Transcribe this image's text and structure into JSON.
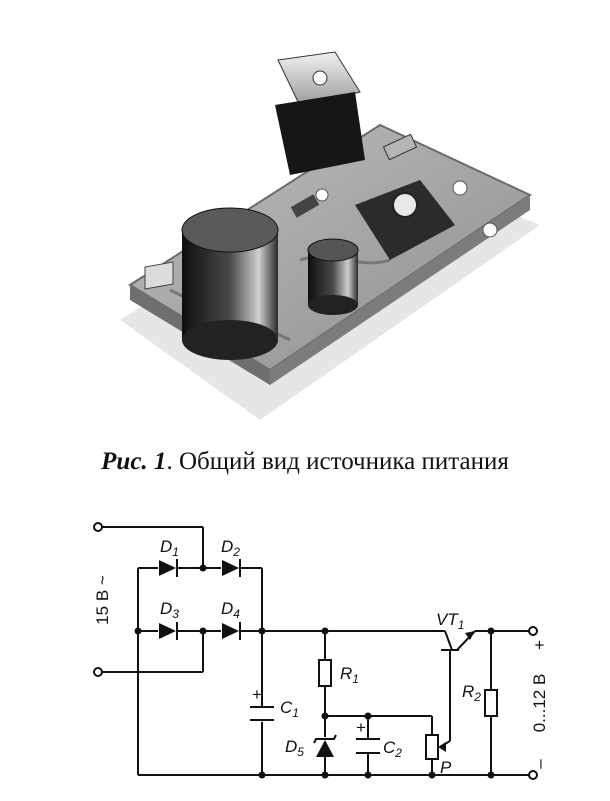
{
  "caption": {
    "label": "Рис. 1",
    "text": ". Общий вид источника питания"
  },
  "schematic": {
    "input_voltage": "15 В ~",
    "output_voltage": "0...12 В",
    "plus": "+",
    "minus": "–",
    "components": {
      "d1": "D",
      "d1_sub": "1",
      "d2": "D",
      "d2_sub": "2",
      "d3": "D",
      "d3_sub": "3",
      "d4": "D",
      "d4_sub": "4",
      "d5": "D",
      "d5_sub": "5",
      "r1": "R",
      "r1_sub": "1",
      "r2": "R",
      "r2_sub": "2",
      "c1": "C",
      "c1_sub": "1",
      "c2": "C",
      "c2_sub": "2",
      "vt1": "VT",
      "vt1_sub": "1",
      "p": "P"
    },
    "pol_c1": "+",
    "pol_c2": "+"
  }
}
